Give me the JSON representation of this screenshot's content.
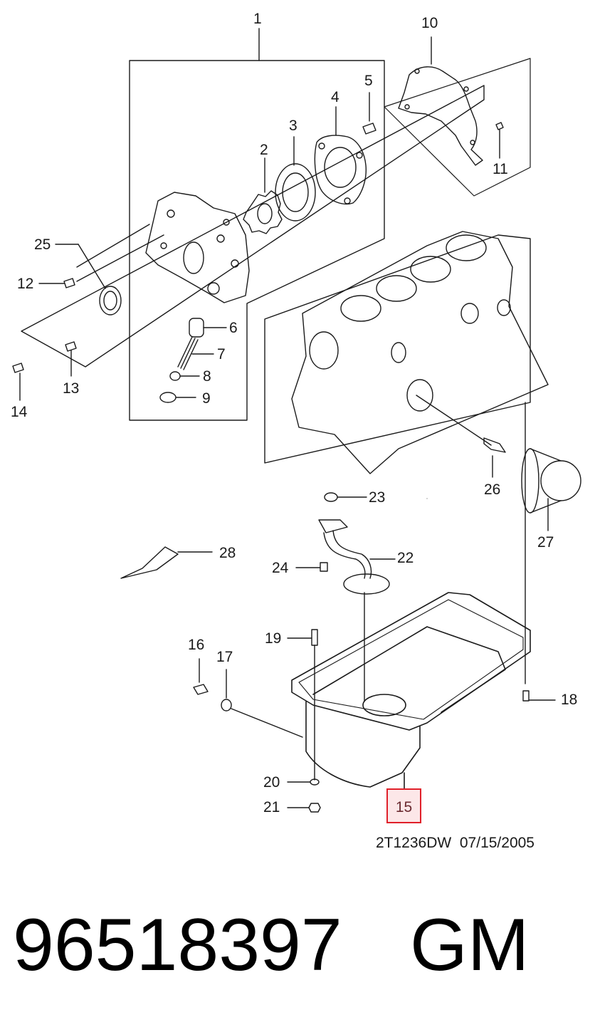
{
  "callouts": {
    "c1": "1",
    "c2": "2",
    "c3": "3",
    "c4": "4",
    "c5": "5",
    "c6": "6",
    "c7": "7",
    "c8": "8",
    "c9": "9",
    "c10": "10",
    "c11": "11",
    "c12": "12",
    "c13": "13",
    "c14": "14",
    "c15": "15",
    "c16": "16",
    "c17": "17",
    "c18": "18",
    "c19": "19",
    "c20": "20",
    "c21": "21",
    "c22": "22",
    "c23": "23",
    "c24": "24",
    "c25": "25",
    "c26": "26",
    "c27": "27",
    "c28": "28"
  },
  "highlighted_part": "15",
  "drawing_code": "2T1236DW  07/15/2005",
  "part_number": "96518397",
  "brand": "GM",
  "colors": {
    "highlight_border": "#e0202a",
    "line": "#1a1a1a"
  }
}
